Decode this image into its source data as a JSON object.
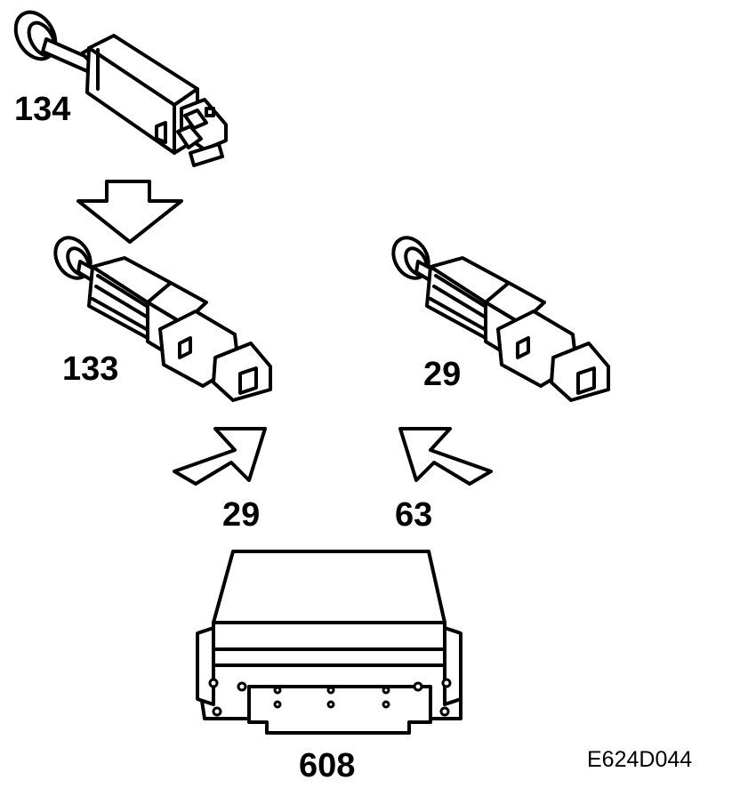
{
  "labels": {
    "switch_top": "134",
    "switch_left": "133",
    "switch_right": "29",
    "arrow_left": "29",
    "arrow_right": "63",
    "control_unit": "608"
  },
  "figure_code": "E624D044",
  "colors": {
    "ink": "#000000",
    "paper": "#ffffff"
  }
}
